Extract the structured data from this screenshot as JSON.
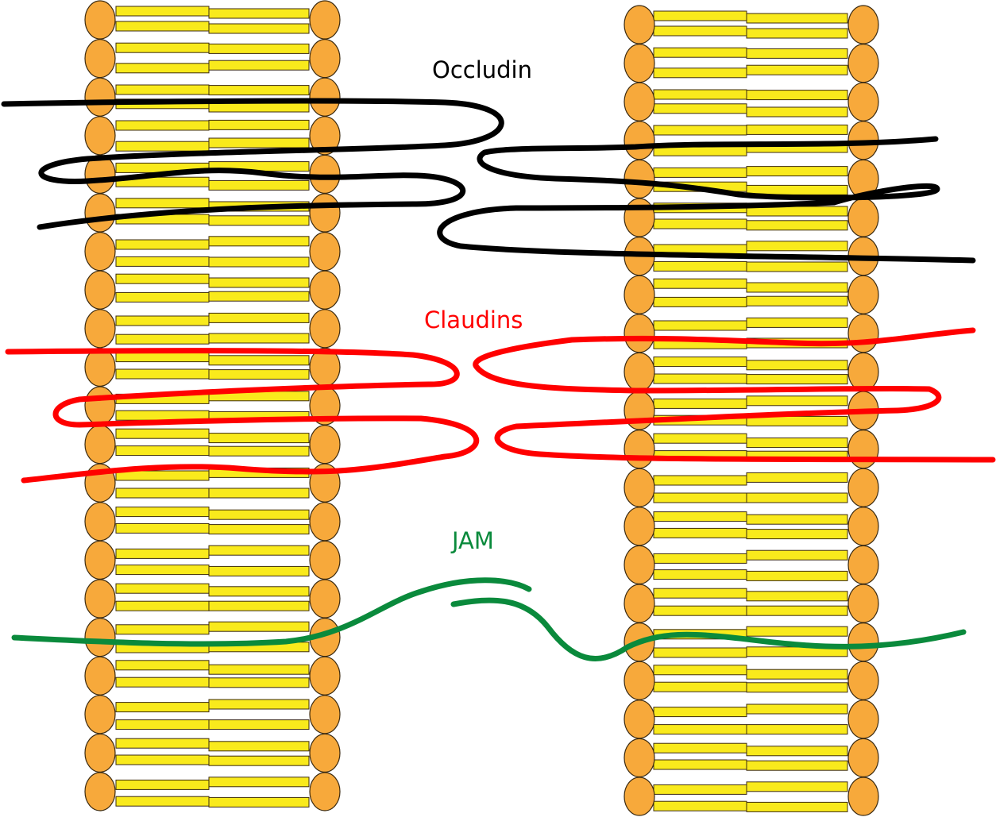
{
  "figure": {
    "description": "Tight junction proteins spanning two adjacent cell membranes (lipid bilayers)",
    "membranes": [
      {
        "name": "left-cell-membrane",
        "head_rows": 21
      },
      {
        "name": "right-cell-membrane",
        "head_rows": 21
      }
    ],
    "proteins": [
      {
        "key": "occludin",
        "label": "Occludin",
        "color": "#000000"
      },
      {
        "key": "claudins",
        "label": "Claudins",
        "color": "#ff0000"
      },
      {
        "key": "jam",
        "label": "JAM",
        "color": "#0a8a3c"
      }
    ]
  },
  "labels": {
    "occludin": "Occludin",
    "claudins": "Claudins",
    "jam": "JAM"
  },
  "colors": {
    "background": "#ffffff",
    "phospholipid_head": "#f7a93b",
    "phospholipid_tail": "#f9ea1c",
    "outline": "#3b2a10",
    "occludin": "#000000",
    "claudins": "#ff0000",
    "jam": "#0a8a3c"
  }
}
